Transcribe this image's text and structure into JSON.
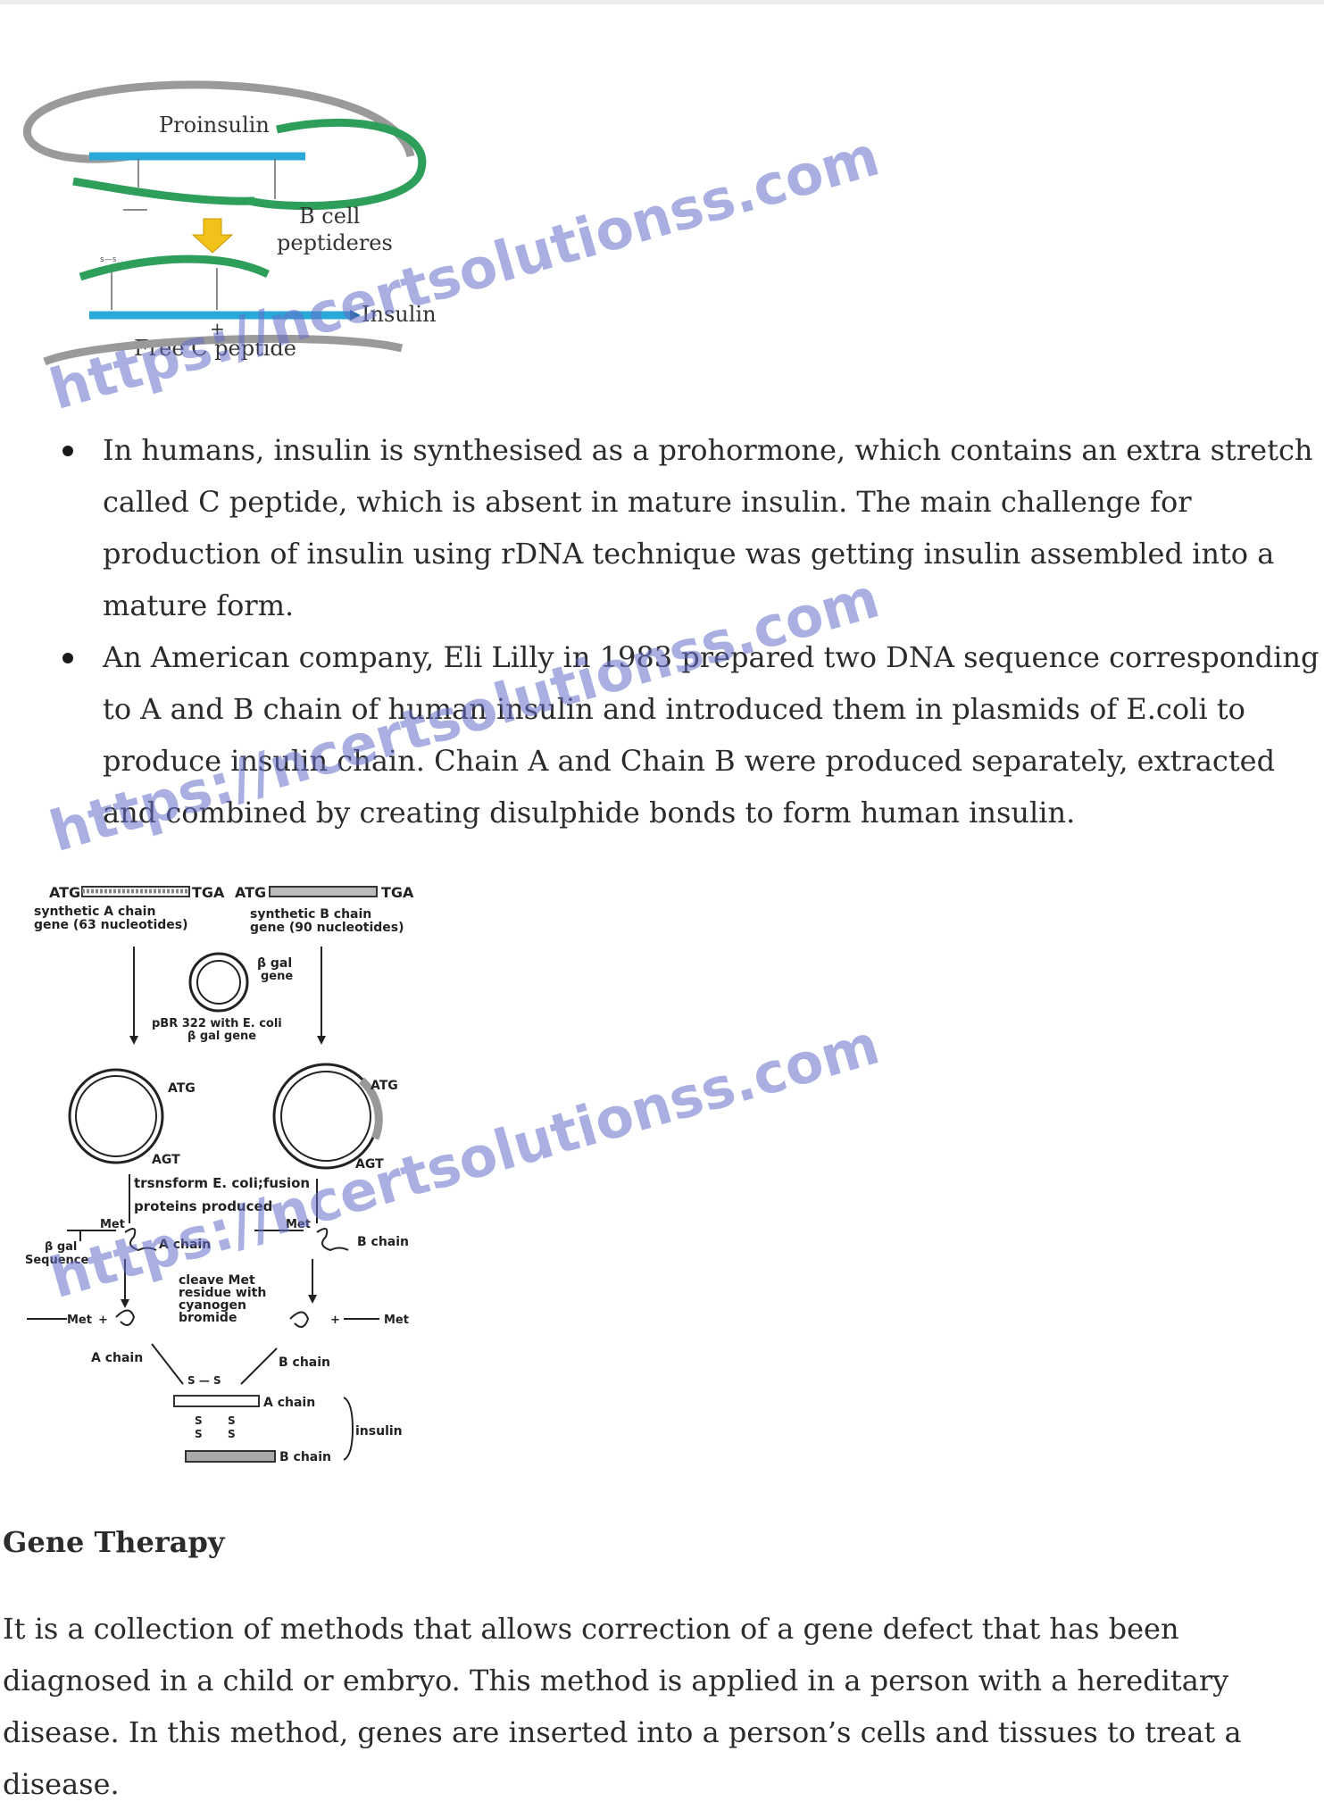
{
  "figure1": {
    "labels": {
      "proinsulin": "Proinsulin",
      "b_cell": "B cell",
      "peptideres": "peptideres",
      "insulin": "Insulin",
      "plus": "+",
      "free_c_peptide": "Free C peptide"
    },
    "colors": {
      "blue": "#2aa8d8",
      "green": "#2e9e5b",
      "gray": "#9a9a9a",
      "arrow": "#f2c21b"
    }
  },
  "bullets": [
    "In humans, insulin is synthesised as a prohormone, which contains an extra stretch called C peptide, which is absent in mature insulin. The main challenge for production of insulin using rDNA technique was getting insulin assembled into a mature form.",
    "An American company, Eli Lilly in 1983 prepared two DNA sequence corresponding to A and B chain of human insulin and introduced them in plasmids of E.coli to produce insulin chain. Chain A and Chain B were produced separately, extracted and combined by creating disulphide bonds to form human insulin."
  ],
  "figure2": {
    "labels": {
      "atg_left": "ATG",
      "tga_left": "TGA",
      "atg_right": "ATG",
      "tga_right": "TGA",
      "a_gene_1": "synthetic A chain",
      "a_gene_2": "gene (63 nucleotides)",
      "b_gene_1": "synthetic B chain",
      "b_gene_2": "gene (90 nucleotides)",
      "bgal_gene_1": "β gal",
      "bgal_gene_2": "gene",
      "pbr_1": "pBR 322 with E. coli",
      "pbr_2": "β gal gene",
      "atg_p1": "ATG",
      "agt_p1": "AGT",
      "atg_p2": "ATG",
      "agt_p2": "AGT",
      "transform_1": "trsnsform E. coli;fusion",
      "transform_2": "proteins produced",
      "met_1": "Met",
      "a_chain_1": "A chain",
      "bgal_seq_1": "β gal",
      "bgal_seq_2": "Sequence",
      "met_2": "Met",
      "b_chain_1": "B chain",
      "cleave_1": "cleave Met",
      "cleave_2": "residue with",
      "cleave_3": "cyanogen",
      "cleave_4": "bromide",
      "met_3": "Met",
      "plus_1": "+",
      "plus_2": "+",
      "met_4": "Met",
      "a_chain_2": "A chain",
      "b_chain_2": "B chain",
      "a_chain_3": "A chain",
      "insulin": "insulin",
      "b_chain_3": "B chain"
    }
  },
  "section": {
    "heading": "Gene Therapy",
    "paragraph": "It is a collection of methods that allows correction of a gene defect that has been diagnosed in a child or embryo. This method is applied in a person with a hereditary disease. In this method, genes are inserted into a person’s cells and tissues to treat a disease."
  },
  "watermark": "https://ncertsolutionss.com"
}
